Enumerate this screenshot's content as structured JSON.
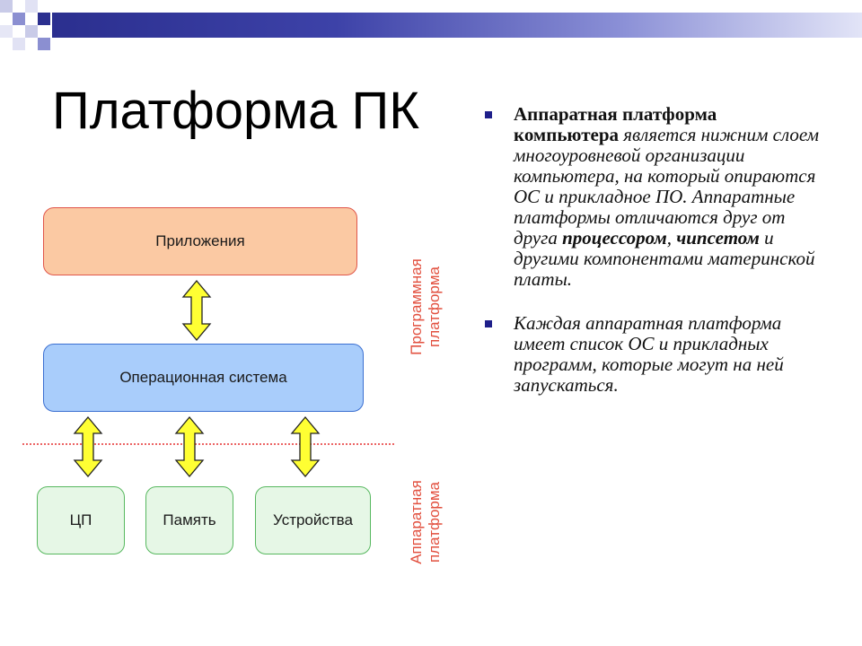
{
  "slide": {
    "title": "Платформа ПК"
  },
  "diagram": {
    "applications": "Приложения",
    "os": "Операционная система",
    "cpu": "ЦП",
    "memory": "Память",
    "devices": "Устройства",
    "software_platform_label": [
      "Программная",
      "платформа"
    ],
    "hardware_platform_label": [
      "Аппаратная",
      "платформа"
    ]
  },
  "bullets": {
    "b1_bold": "Аппаратная платформа компьютера",
    "b1_text1": " является нижним слоем многоуровневой организации компьютера, на который опираются ОС и прикладное ПО. Аппаратные платформы отличаются друг от друга ",
    "b1_processor": "процессором",
    "b1_comma": ", ",
    "b1_chipset": "чипсетом",
    "b1_text2": " и другими компонентами материнской платы.",
    "b2_text": "Каждая аппаратная платформа имеет список ОС и прикладных программ, которые могут на ней запускаться."
  },
  "colors": {
    "accent": "#1e1f8a",
    "arrow_fill": "#ffff33",
    "label_red": "#e2503f",
    "dotted_line": "#e53030"
  }
}
